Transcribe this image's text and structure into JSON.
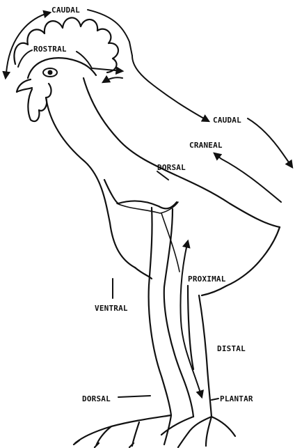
{
  "labels": {
    "caudal_top": "CAUDAL",
    "rostral": "ROSTRAL",
    "caudal_right": "CAUDAL",
    "craneal": "CRANEAL",
    "dorsal_back": "DORSAL",
    "proximal": "PROXIMAL",
    "ventral": "VENTRAL",
    "distal": "DISTAL",
    "dorsal_foot": "DORSAL",
    "plantar": "PLANTAR"
  }
}
